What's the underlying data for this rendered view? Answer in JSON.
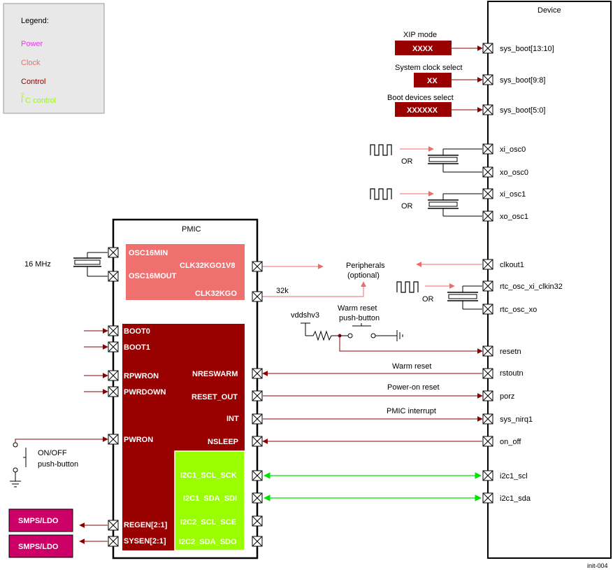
{
  "colors": {
    "power": "#e040e0",
    "clock": "#f06a6a",
    "control": "#8b0000",
    "i2c": "#99ff00",
    "i2c_arrow": "#00e000",
    "pmic_dark": "#990000",
    "osc_block": "#f07070",
    "smps": "#cc0066",
    "legend_bg": "#e8e8e8"
  },
  "legend": {
    "title": "Legend:",
    "power": "Power",
    "clock": "Clock",
    "control": "Control",
    "i2c_sup": "2",
    "i2c": "I C control"
  },
  "device": {
    "title": "Device",
    "pins": {
      "sys_boot_13_10": "sys_boot[13:10]",
      "sys_boot_9_8": "sys_boot[9:8]",
      "sys_boot_5_0": "sys_boot[5:0]",
      "xi_osc0": "xi_osc0",
      "xo_osc0": "xo_osc0",
      "xi_osc1": "xi_osc1",
      "xo_osc1": "xo_osc1",
      "clkout1": "clkout1",
      "rtc_osc_xi_clkin32": "rtc_osc_xi_clkin32",
      "rtc_osc_xo": "rtc_osc_xo",
      "resetn": "resetn",
      "rstoutn": "rstoutn",
      "porz": "porz",
      "sys_nirq1": "sys_nirq1",
      "on_off": "on_off",
      "i2c1_scl": "i2c1_scl",
      "i2c1_sda": "i2c1_sda"
    }
  },
  "boot": {
    "xip_label": "XIP mode",
    "xip_value": "XXXX",
    "sysclk_label": "System clock select",
    "sysclk_value": "XX",
    "bootdev_label": "Boot devices select",
    "bootdev_value": "XXXXXX"
  },
  "osc": {
    "or0": "OR",
    "or1": "OR",
    "or_rtc": "OR"
  },
  "pmic": {
    "title": "PMIC",
    "osc16min": "OSC16MIN",
    "osc16mout": "OSC16MOUT",
    "clk32kgo1v8": "CLK32KGO1V8",
    "clk32kgo": "CLK32KGO",
    "boot0": "BOOT0",
    "boot1": "BOOT1",
    "rpwron": "RPWRON",
    "pwrdown": "PWRDOWN",
    "pwron": "PWRON",
    "regen": "REGEN[2:1]",
    "sysen": "SYSEN[2:1]",
    "nreswarm": "NRESWARM",
    "reset_out": "RESET_OUT",
    "int": "INT",
    "nsleep": "NSLEEP",
    "i2c1_scl_sck": "I2C1_SCL_SCK",
    "i2c1_sda_sdi": "I2C1_SDA_SDI",
    "i2c2_scl_sce": "I2C2_SCL_SCE",
    "i2c2_sda_sdo": "I2C2_SDA_SDO"
  },
  "labels": {
    "mhz16": "16 MHz",
    "k32": "32k",
    "peripherals_line1": "Peripherals",
    "peripherals_line2": "(optional)",
    "vddshv3": "vddshv3",
    "warm_reset_pb1": "Warm reset",
    "warm_reset_pb2": "push-button",
    "warm_reset": "Warm reset",
    "poweron_reset": "Power-on reset",
    "pmic_interrupt": "PMIC interrupt",
    "onoff_pb1": "ON/OFF",
    "onoff_pb2": "push-button",
    "smps1": "SMPS/LDO",
    "smps2": "SMPS/LDO",
    "figure_id": "init-004"
  }
}
